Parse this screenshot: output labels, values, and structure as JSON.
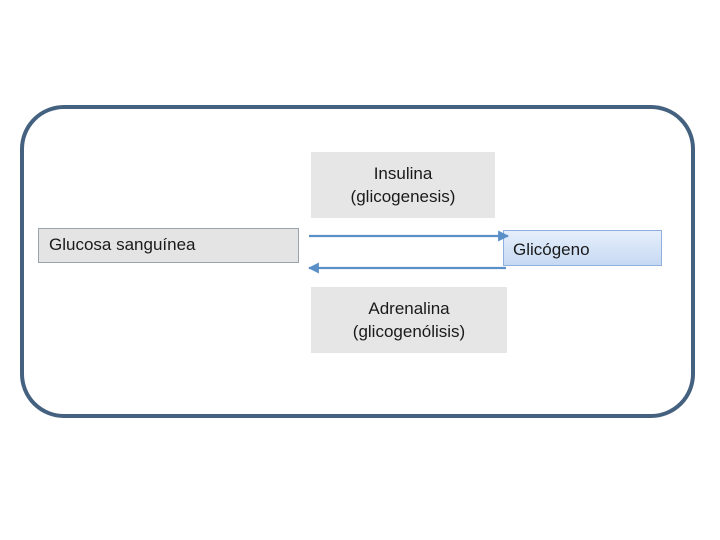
{
  "diagram": {
    "insulin": {
      "line1": "Insulina",
      "line2": "(glicogenesis)"
    },
    "adrenalin": {
      "line1": "Adrenalina",
      "line2": "(glicogenólisis)"
    },
    "glucose": {
      "label": "Glucosa sanguínea"
    },
    "glycogen": {
      "label": "Glicógeno"
    }
  },
  "colors": {
    "frame": "#44617f",
    "arrow": "#5b8fc7",
    "label_box": "#e6e6e6",
    "glycogen_box": "#c6d9f3"
  }
}
